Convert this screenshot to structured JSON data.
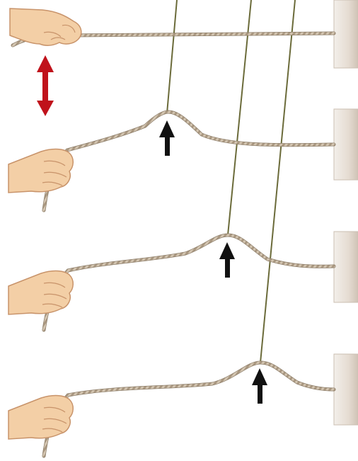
{
  "diagram": {
    "kind": "wave-pulse-on-rope",
    "panel_count": 4,
    "panels": [
      {
        "state": "hand-at-rest-with-up-down-motion-indicator",
        "pulse": "none"
      },
      {
        "state": "pulse-near-hand",
        "pulse": "marked-by-up-arrow"
      },
      {
        "state": "pulse-mid-rope",
        "pulse": "marked-by-up-arrow"
      },
      {
        "state": "pulse-near-wall",
        "pulse": "marked-by-up-arrow"
      }
    ],
    "colors": {
      "rope": "#c9b9a3",
      "rope_shadow": "#8e7f6b",
      "skin": "#f3cfa6",
      "skin_outline": "#c8936a",
      "wall": "#e3dbd2",
      "wall_shadow": "#c8bcb0",
      "motion_arrow": "#c0121b",
      "pulse_arrow": "#111111",
      "guide_line": "#6b6b3a"
    },
    "icons": [
      "hand-icon",
      "double-headed-arrow-icon",
      "up-arrow-icon",
      "wall-icon",
      "rope-icon",
      "guide-line-icon"
    ]
  }
}
